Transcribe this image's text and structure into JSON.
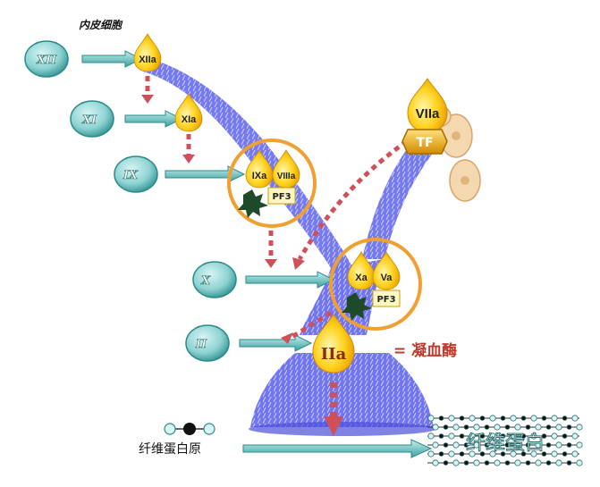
{
  "header_label": "内皮细胞",
  "factors": {
    "xii": "XII",
    "xi": "XI",
    "ix": "IX",
    "x": "X",
    "ii": "II"
  },
  "activated": {
    "xiia": "XIIa",
    "xia": "XIa",
    "ixa": "IXa",
    "viiia": "VIIIa",
    "xa": "Xa",
    "va": "Va",
    "viia": "VIIa",
    "iia": "IIa"
  },
  "tf_label": "TF",
  "pf3_label": "PF3",
  "thrombin_label": "= 凝血酶",
  "fibrinogen_label": "纤维蛋白原",
  "fibrin_label": "纤维蛋白",
  "colors": {
    "waterfall": "#5a5ce6",
    "waterfall_light": "#b8bcff",
    "circle": "#3aa5a5",
    "drop": "#f7c400",
    "ring": "#f0a030",
    "arrow_red": "#d0505a",
    "thrombin_text": "#c0392b"
  }
}
